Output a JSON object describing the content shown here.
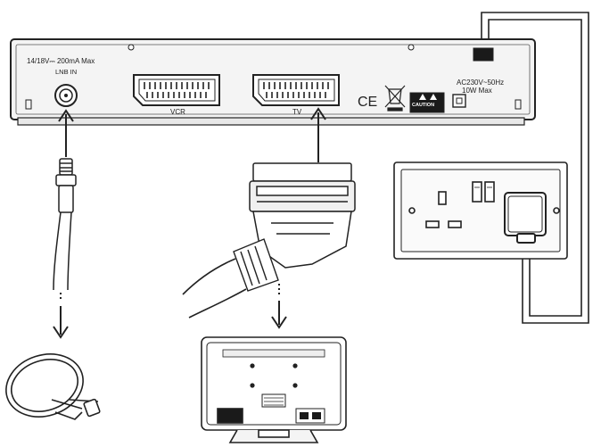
{
  "receiver": {
    "lnb_power_label": "14/18V⎓ 200mA Max",
    "lnb_in_label": "LNB IN",
    "vcr_label": "VCR",
    "tv_label": "TV",
    "ce_mark": "CE",
    "caution_label": "CAUTION",
    "power_rating_line1": "AC230V~50Hz",
    "power_rating_line2": "10W Max"
  },
  "colors": {
    "line": "#222222",
    "panel": "#f4f4f4",
    "dark": "#1a1a1a"
  }
}
